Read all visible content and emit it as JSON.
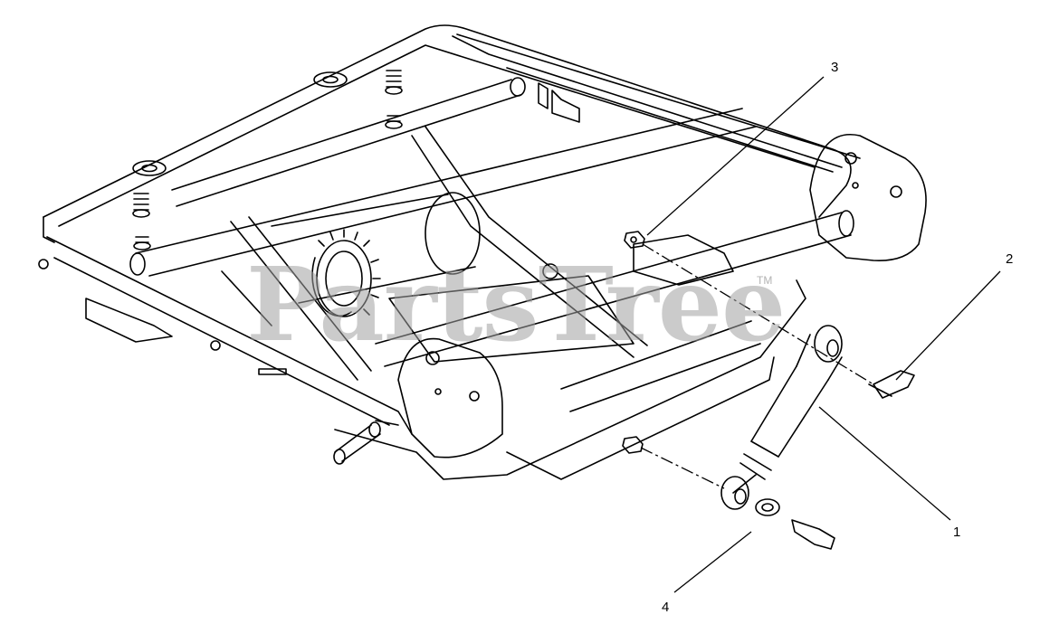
{
  "diagram": {
    "callouts": [
      {
        "id": "1",
        "label": "1"
      },
      {
        "id": "2",
        "label": "2"
      },
      {
        "id": "3",
        "label": "3"
      },
      {
        "id": "4",
        "label": "4"
      }
    ],
    "watermark": {
      "text": "PartsTree",
      "trademark": "TM"
    }
  },
  "colors": {
    "line": "#000000",
    "watermark": "#a0a0a0",
    "background": "#ffffff"
  }
}
